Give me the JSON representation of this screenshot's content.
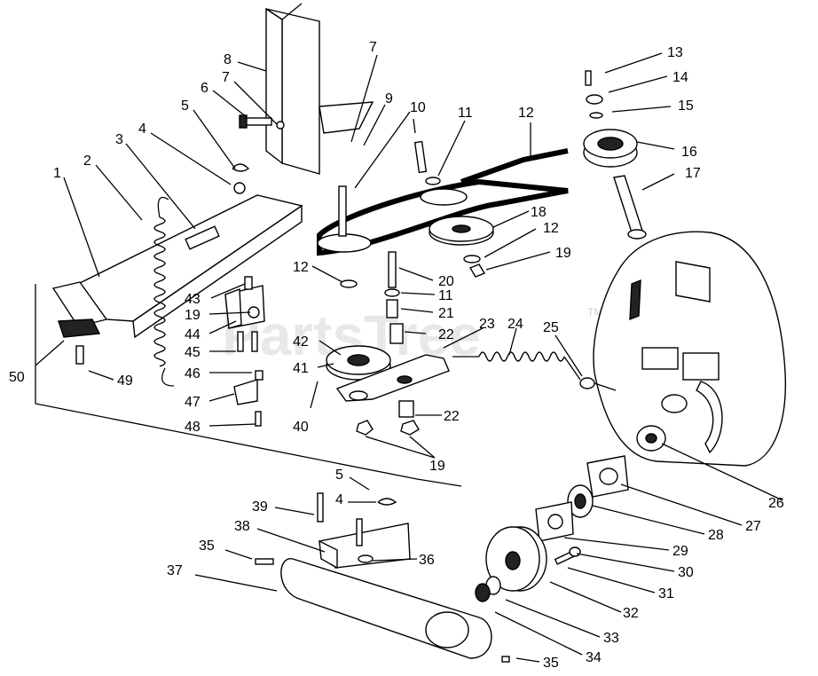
{
  "watermark": {
    "text": "PartsTree",
    "tm": "TM"
  },
  "callouts": [
    "1",
    "2",
    "3",
    "4",
    "5",
    "6",
    "7",
    "7",
    "8",
    "9",
    "10",
    "11",
    "12",
    "13",
    "14",
    "15",
    "16",
    "17",
    "18",
    "12",
    "19",
    "12",
    "20",
    "11",
    "21",
    "22",
    "23",
    "24",
    "25",
    "42",
    "41",
    "40",
    "22",
    "19",
    "43",
    "19",
    "44",
    "45",
    "46",
    "47",
    "48",
    "50",
    "49",
    "26",
    "27",
    "28",
    "29",
    "30",
    "31",
    "32",
    "33",
    "34",
    "35",
    "5",
    "4",
    "39",
    "38",
    "35",
    "37",
    "36"
  ]
}
